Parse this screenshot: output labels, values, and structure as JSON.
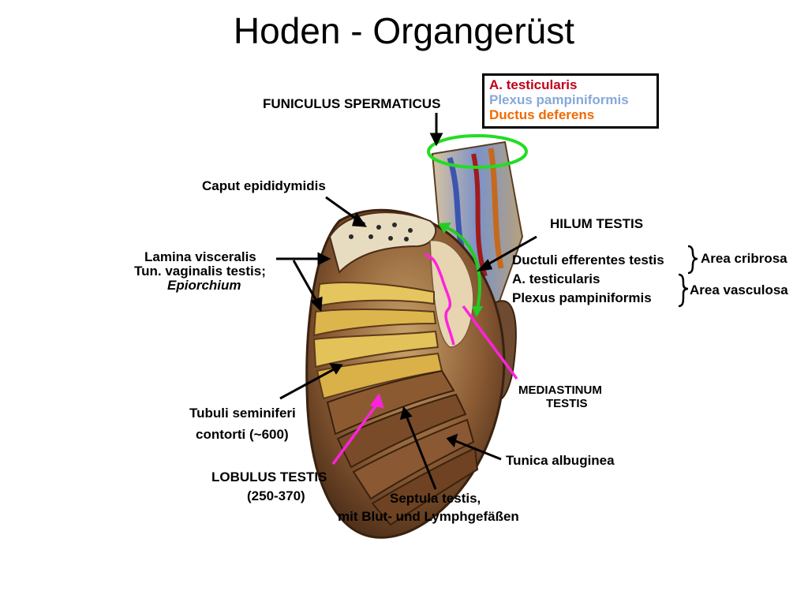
{
  "title": "Hoden - Organgerüst",
  "legend": {
    "items": [
      {
        "label": "A. testicularis",
        "color": "#c0001a"
      },
      {
        "label": "Plexus pampiniformis",
        "color": "#86a9d9"
      },
      {
        "label": "Ductus deferens",
        "color": "#f06a00"
      }
    ]
  },
  "labels": {
    "funiculus": "FUNICULUS SPERMATICUS",
    "caput": "Caput epididymidis",
    "lamina_line1": "Lamina visceralis",
    "lamina_line2": "Tun. vaginalis testis;",
    "lamina_line3": "Epiorchium",
    "hilum": "HILUM TESTIS",
    "ductuli": "Ductuli efferentes testis",
    "a_testicularis": "A. testicularis",
    "plexus": "Plexus pampiniformis",
    "area_cribrosa": "Area cribrosa",
    "area_vasculosa": "Area vasculosa",
    "mediastinum_line1": "MEDIASTINUM",
    "mediastinum_line2": "TESTIS",
    "tubuli_line1": "Tubuli seminiferi",
    "tubuli_line2": "contorti  (~600)",
    "tunica": "Tunica albuginea",
    "lobulus_line1": "LOBULUS TESTIS",
    "lobulus_line2": "(250-370)",
    "septula_line1": "Septula testis,",
    "septula_line2": "mit Blut- und Lymphgefäßen"
  }
}
